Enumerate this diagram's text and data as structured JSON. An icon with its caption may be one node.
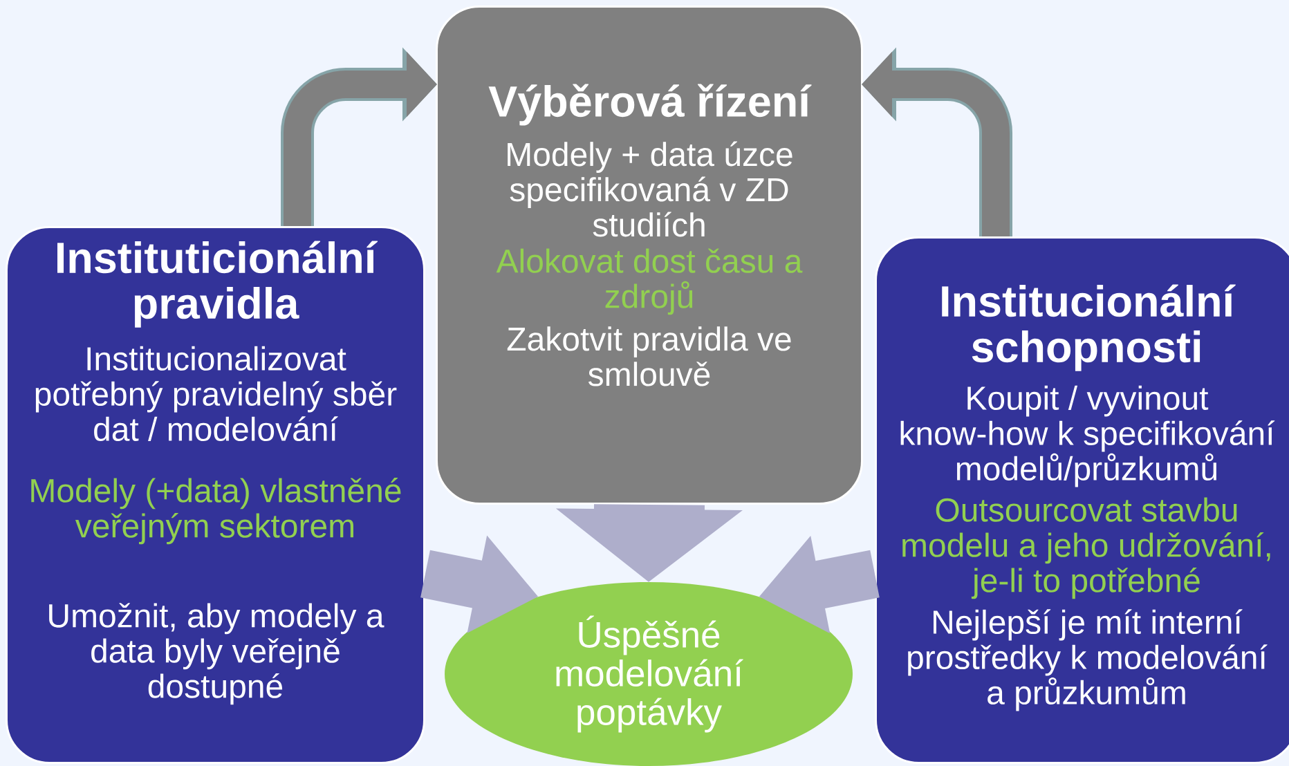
{
  "diagram": {
    "nodes": [
      {
        "text": [
          "Výběrová řízení",
          "Modely + data úzce specifikovaná v ZD studiích",
          "Alokovat dost času a zdrojů",
          "Zakotvit pravidla ve smlouvě"
        ]
      },
      {
        "text": [
          "Instituticionální pravidla",
          "Institucionalizovat potřebný pravidelný sběr dat / modelování",
          "Modely (+data) vlastněné veřejným sektorem",
          "Umožnit, aby modely a data byly veřejně dostupné"
        ]
      },
      {
        "text": [
          "Institucionální schopnosti",
          "Koupit / vyvinout know-how k specifikování modelů/průzkumů",
          "Outsourcovat stavbu modelu a jeho udržování, je-li to potřebné",
          "Nejlepší je mít interní prostředky k modelování a průzkumům"
        ]
      },
      {
        "text": [
          "Úspěšné modelování poptávky"
        ]
      }
    ],
    "edges": [
      {
        "from": 1,
        "to": 0,
        "arrow": "to",
        "color": "#808080"
      },
      {
        "from": 2,
        "to": 0,
        "arrow": "to",
        "color": "#808080"
      },
      {
        "from": 0,
        "to": 3,
        "arrow": "to"
      },
      {
        "from": 1,
        "to": 3,
        "arrow": "to"
      },
      {
        "from": 2,
        "to": 3,
        "arrow": "to"
      }
    ]
  }
}
